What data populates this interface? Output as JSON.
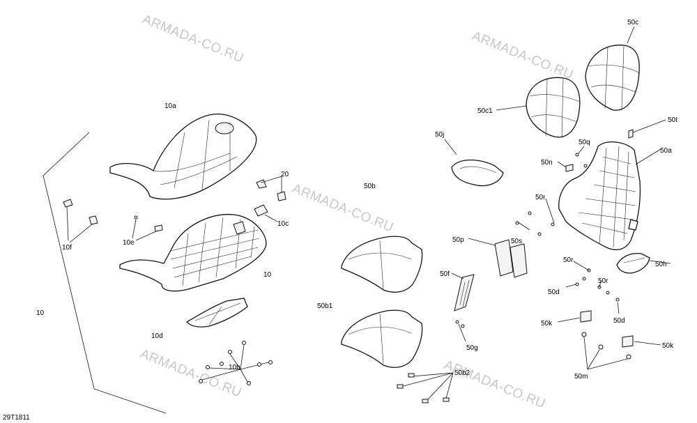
{
  "diagram_code": "29T1811",
  "watermarks": [
    "ARMADA-CO.RU",
    "ARMADA-CO.RU",
    "ARMADA-CO.RU",
    "ARMADA-CO.RU",
    "ARMADA-CO.RU"
  ],
  "callouts": {
    "c10a": "10a",
    "c20": "20",
    "c10c": "10c",
    "c10f": "10f",
    "c10e": "10e",
    "c10": "10",
    "c10_bracket": "10",
    "c10d": "10d",
    "c10b": "10b",
    "c50b": "50b",
    "c50b1": "50b1",
    "c50b2": "50b2",
    "c50f": "50f",
    "c50g": "50g",
    "c50j": "50j",
    "c50p": "50p",
    "c50s": "50s",
    "c50c": "50c",
    "c50c1": "50c1",
    "c50t": "50t",
    "c50q": "50q",
    "c50a": "50a",
    "c50n": "50n",
    "c50r_upper": "50r",
    "c50r_mid": "50r",
    "c50r_lower": "50r",
    "c50h": "50h",
    "c50d_left": "50d",
    "c50d_right": "50d",
    "c50k_left": "50k",
    "c50k_right": "50k",
    "c50m": "50m"
  }
}
